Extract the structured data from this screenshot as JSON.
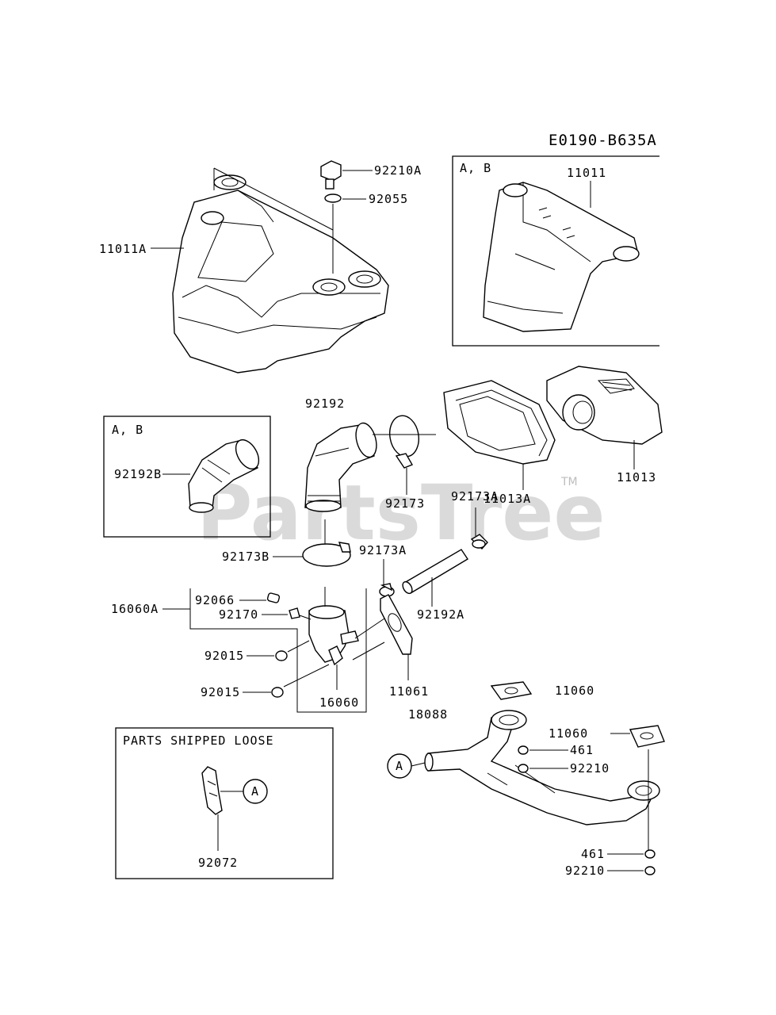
{
  "diagram_code": "E0190-B635A",
  "watermark": "PartsTree",
  "watermark_tm": "TM",
  "box_labels": {
    "ab_top": "A, B",
    "ab_left": "A, B",
    "parts_shipped_loose": "PARTS SHIPPED LOOSE"
  },
  "callout_letter": "A",
  "part_labels": {
    "p92210A": "92210A",
    "p92055": "92055",
    "p11011A": "11011A",
    "p11011": "11011",
    "p92192": "92192",
    "p92192B": "92192B",
    "p92173": "92173",
    "p11013A": "11013A",
    "p11013": "11013",
    "p92173A_top": "92173A",
    "p92173B": "92173B",
    "p92173A_mid": "92173A",
    "p92066": "92066",
    "p16060A": "16060A",
    "p92170": "92170",
    "p92192A": "92192A",
    "p92015_a": "92015",
    "p92015_b": "92015",
    "p16060": "16060",
    "p11061": "11061",
    "p11060_a": "11060",
    "p18088": "18088",
    "p11060_b": "11060",
    "p461_a": "461",
    "p92210_a": "92210",
    "p92072": "92072",
    "p461_b": "461",
    "p92210_b": "92210"
  }
}
